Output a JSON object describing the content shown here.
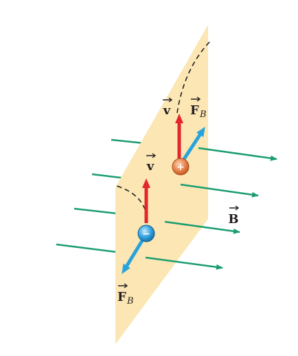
{
  "diagram": {
    "labels": {
      "v_top": "v",
      "f_top": "F",
      "f_top_sub": "B",
      "v_bottom": "v",
      "f_bottom": "F",
      "f_bottom_sub": "B",
      "b_field": "B"
    },
    "charges": {
      "positive_sign": "+",
      "negative_sign": "−"
    },
    "colors": {
      "plane": "#fbe6b4",
      "field_lines": "#1a9d6f",
      "velocity": "#e3262d",
      "force": "#27a3dc",
      "positive_charge": "#e8743b",
      "negative_charge": "#2b9ad8",
      "path": "#231f20"
    }
  }
}
